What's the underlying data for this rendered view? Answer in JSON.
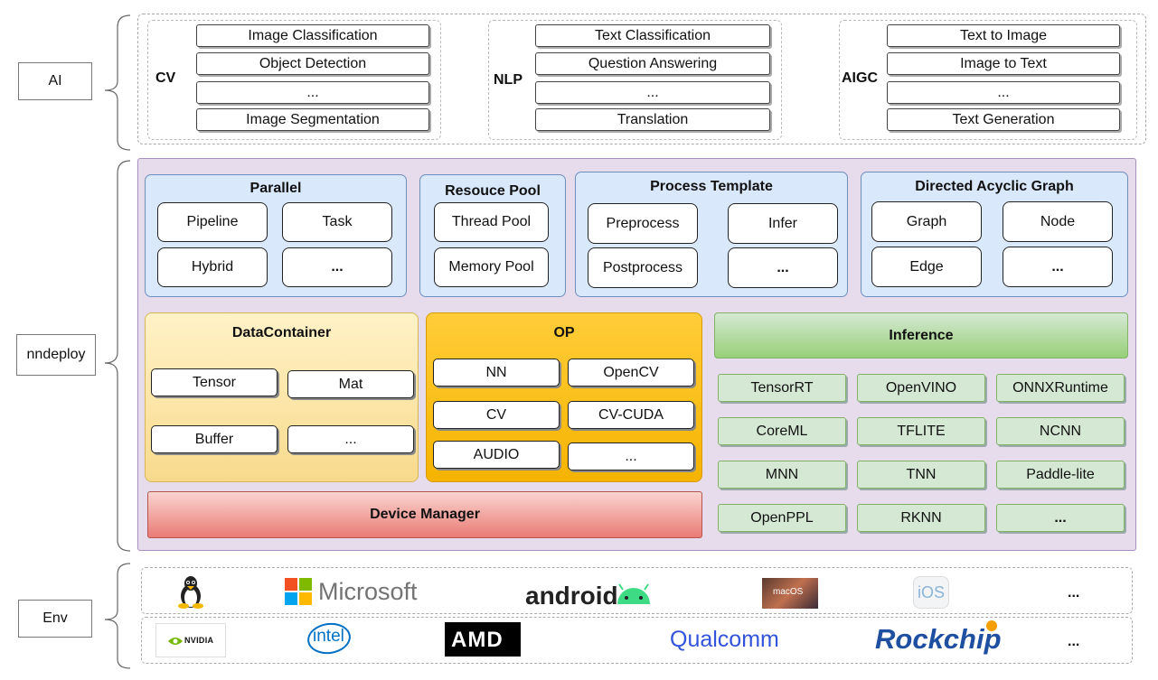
{
  "layers": {
    "ai": "AI",
    "nndeploy": "nndeploy",
    "env": "Env"
  },
  "ai": {
    "cv": {
      "label": "CV",
      "items": [
        "Image Classification",
        "Object Detection",
        "...",
        "Image Segmentation"
      ]
    },
    "nlp": {
      "label": "NLP",
      "items": [
        "Text Classification",
        "Question Answering",
        "...",
        "Translation"
      ]
    },
    "aigc": {
      "label": "AIGC",
      "items": [
        "Text to Image",
        "Image to Text",
        "...",
        "Text Generation"
      ]
    }
  },
  "nndeploy": {
    "parallel": {
      "title": "Parallel",
      "items": [
        "Pipeline",
        "Task",
        "Hybrid",
        "..."
      ]
    },
    "resource_pool": {
      "title": "Resouce Pool",
      "items": [
        "Thread Pool",
        "Memory Pool"
      ]
    },
    "process_template": {
      "title": "Process Template",
      "items": [
        "Preprocess",
        "Infer",
        "Postprocess",
        "..."
      ]
    },
    "dag": {
      "title": "Directed Acyclic Graph",
      "items": [
        "Graph",
        "Node",
        "Edge",
        "..."
      ]
    },
    "data_container": {
      "title": "DataContainer",
      "items": [
        "Tensor",
        "Mat",
        "Buffer",
        "..."
      ]
    },
    "op": {
      "title": "OP",
      "items": [
        "NN",
        "OpenCV",
        "CV",
        "CV-CUDA",
        "AUDIO",
        "..."
      ]
    },
    "inference": {
      "title": "Inference",
      "items": [
        "TensorRT",
        "OpenVINO",
        "ONNXRuntime",
        "CoreML",
        "TFLITE",
        "NCNN",
        "MNN",
        "TNN",
        "Paddle-lite",
        "OpenPPL",
        "RKNN",
        "..."
      ]
    },
    "device_manager": "Device Manager"
  },
  "env": {
    "os_row": {
      "microsoft": "Microsoft",
      "android": "android",
      "macos": "macOS",
      "ios": "iOS",
      "more": "..."
    },
    "hw_row": {
      "nvidia": "NVIDIA",
      "intel": "intel",
      "amd": "AMD",
      "qualcomm": "Qualcomm",
      "rockchip": "Rockchip",
      "more": "..."
    }
  },
  "colors": {
    "nndeploy_bg": "#e7dcec",
    "blue": "#dae8fc",
    "yellow": "#fff2cc",
    "orange": "#ffcd28",
    "green": "#d5e8d4",
    "red": "#f19c99"
  }
}
